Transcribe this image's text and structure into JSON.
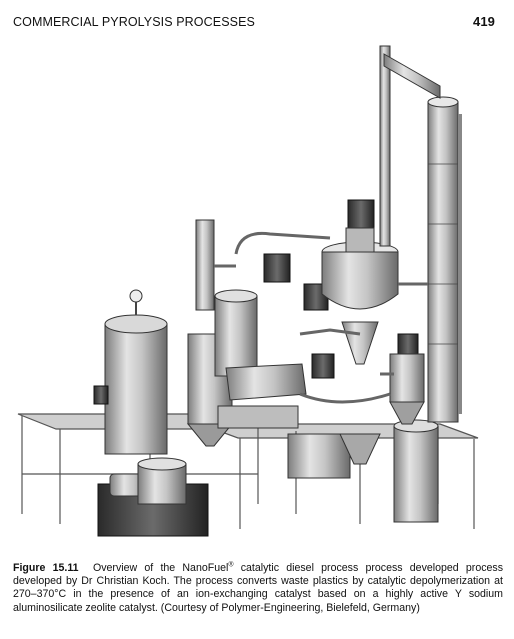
{
  "header": {
    "running_title": "COMMERCIAL PYROLYSIS PROCESSES",
    "page_number": "419"
  },
  "figure": {
    "label": "Figure 15.11",
    "caption_before_mark": "Overview of the NanoFuel",
    "registered_mark": "®",
    "caption_after_mark": " catalytic diesel process process developed process developed by Dr Christian Koch. The process converts waste plastics by catalytic depolymerization at 270–370°C in the presence of an ion-exchanging catalyst based on a highly active Y sodium aluminosilicate zeolite catalyst. (Courtesy of Polymer-Engineering, Bielefeld, Germany)"
  }
}
